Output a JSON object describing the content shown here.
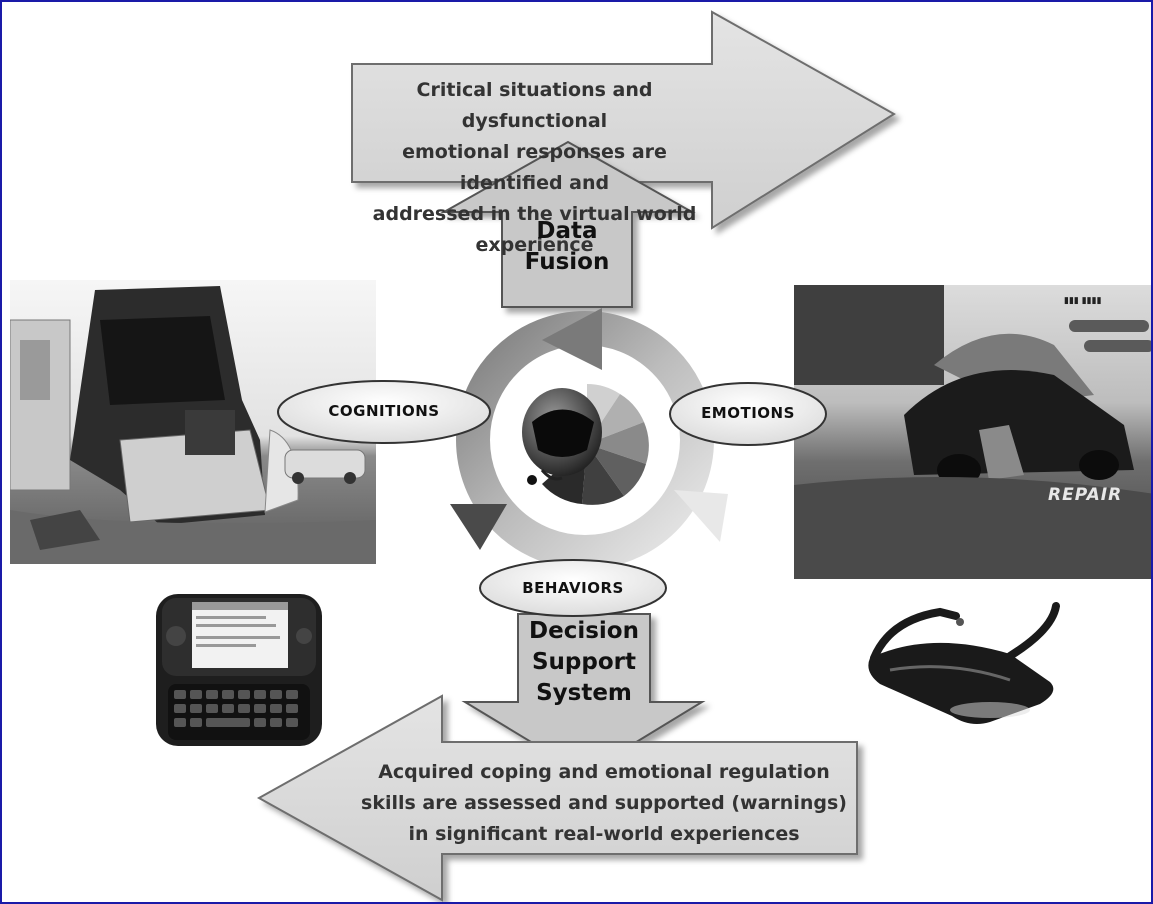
{
  "top_arrow": {
    "lines": [
      "Critical situations and dysfunctional",
      "emotional responses are identified and",
      "addressed in the virtual world experience"
    ]
  },
  "data_fusion": {
    "lines": [
      "Data",
      "Fusion"
    ]
  },
  "cycle": {
    "nodes": {
      "left": "COGNITIONS",
      "right": "EMOTIONS",
      "bottom": "BEHAVIORS"
    }
  },
  "decision_support": {
    "lines": [
      "Decision",
      "Support",
      "System"
    ]
  },
  "bottom_arrow": {
    "lines": [
      "Acquired coping and emotional regulation",
      "skills are assessed and supported (warnings)",
      "in significant real-world experiences"
    ]
  },
  "photos": {
    "crash": "truck-crash-photo",
    "game": "driving-game-screenshot",
    "phone": "smartphone-photo",
    "glasses": "video-glasses-photo"
  },
  "game_hud": {
    "text": "REPAIR"
  }
}
